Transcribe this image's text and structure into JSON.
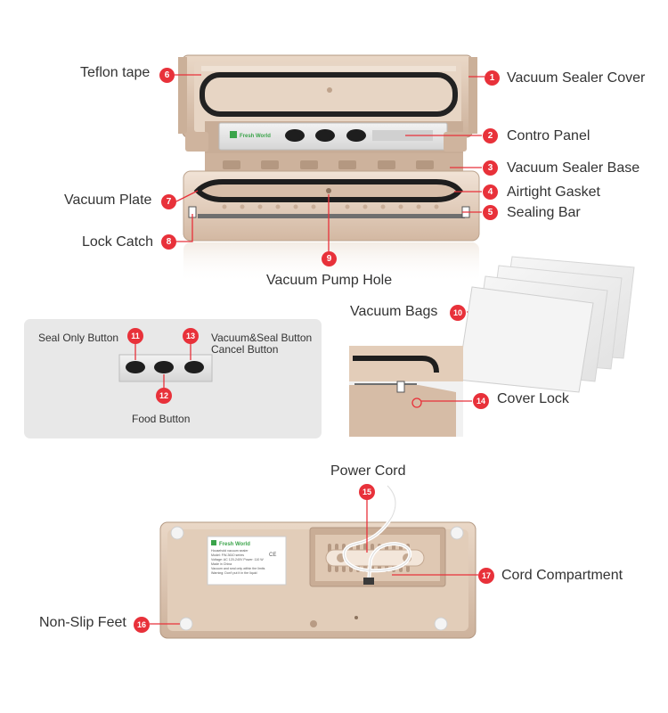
{
  "colors": {
    "accent": "#e8313a",
    "body": "#d9c2ae",
    "body_dark": "#b89b84",
    "gasket": "#222222",
    "panel": "#e4e4e4"
  },
  "product": {
    "brand_label": "Fresh World",
    "panel_buttons": [
      "Seal Only",
      "Food",
      "Vacuum&Seal Cancel"
    ],
    "sticker_lines": [
      "Household vacuum sealer",
      "Model: FW-3610 series",
      "Voltage: AC 120-240V  Power: 110 W",
      "Made in China",
      "Vacuum and seal only within the limits",
      "Warning: Don't put it in the liquid"
    ],
    "ce_mark": "CE"
  },
  "callouts": [
    {
      "num": "1",
      "label": "Vacuum Sealer Cover"
    },
    {
      "num": "2",
      "label": "Contro Panel"
    },
    {
      "num": "3",
      "label": "Vacuum Sealer Base"
    },
    {
      "num": "4",
      "label": "Airtight Gasket"
    },
    {
      "num": "5",
      "label": "Sealing Bar"
    },
    {
      "num": "6",
      "label": "Teflon tape"
    },
    {
      "num": "7",
      "label": "Vacuum Plate"
    },
    {
      "num": "8",
      "label": "Lock Catch"
    },
    {
      "num": "9",
      "label": "Vacuum Pump Hole"
    },
    {
      "num": "10",
      "label": "Vacuum Bags"
    },
    {
      "num": "11",
      "label": "Seal Only Button"
    },
    {
      "num": "12",
      "label": "Food Button"
    },
    {
      "num": "13",
      "label": "Vacuum&Seal Button\nCancel Button"
    },
    {
      "num": "14",
      "label": "Cover Lock"
    },
    {
      "num": "15",
      "label": "Power Cord"
    },
    {
      "num": "16",
      "label": "Non-Slip Feet"
    },
    {
      "num": "17",
      "label": "Cord Compartment"
    }
  ]
}
